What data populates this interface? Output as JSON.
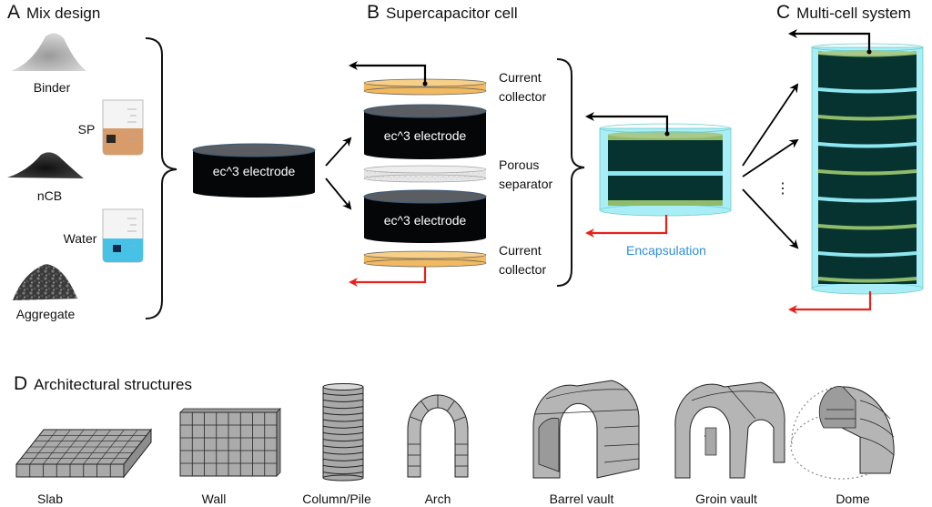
{
  "panels": {
    "A": {
      "letter": "A",
      "title": "Mix design",
      "ingredients": [
        {
          "label": "Binder",
          "icon": "powder-pile-gray-icon"
        },
        {
          "label": "SP",
          "icon": "beaker-brown-liquid-icon"
        },
        {
          "label": "nCB",
          "icon": "powder-pile-black-icon"
        },
        {
          "label": "Water",
          "icon": "beaker-blue-liquid-icon"
        },
        {
          "label": "Aggregate",
          "icon": "gravel-pile-icon"
        }
      ],
      "electrode_label": "ec^3 electrode"
    },
    "B": {
      "letter": "B",
      "title": "Supercapacitor cell",
      "electrode_top_label": "ec^3 electrode",
      "electrode_bottom_label": "ec^3 electrode",
      "layer_labels": {
        "top_collector": [
          "Current",
          "collector"
        ],
        "separator": [
          "Porous",
          "separator"
        ],
        "bottom_collector": [
          "Current",
          "collector"
        ]
      },
      "encapsulation_label": "Encapsulation"
    },
    "C": {
      "letter": "C",
      "title": "Multi-cell system",
      "ellipsis": "⋮"
    },
    "D": {
      "letter": "D",
      "title": "Architectural structures",
      "structures": [
        "Slab",
        "Wall",
        "Column/Pile",
        "Arch",
        "Barrel vault",
        "Groin vault",
        "Dome"
      ]
    }
  },
  "colors": {
    "electrode_black": "#050607",
    "electrode_top": "#5a5d61",
    "collector": "#f2b95e",
    "separator": "#e4e4e4",
    "cell_dark": "#063330",
    "cell_green": "#8fbb6a",
    "cell_cyan": "#8ee6f0",
    "encapsulation": "#a9eef6",
    "positive_wire": "#000000",
    "negative_wire": "#e8221b",
    "encapsulation_text": "#2f8fd8",
    "brick": "#b8b8b8"
  }
}
